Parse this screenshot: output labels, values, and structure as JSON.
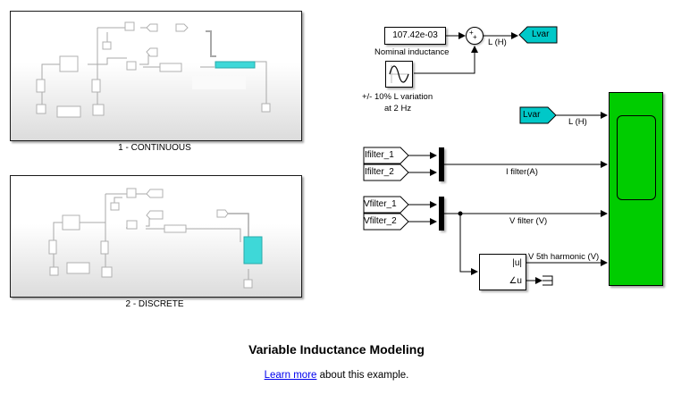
{
  "panels": [
    {
      "id": "continuous",
      "label": "1 - CONTINUOUS",
      "accent": "#3ed8d8"
    },
    {
      "id": "discrete",
      "label": "2 - DISCRETE",
      "accent": "#3ed8d8"
    }
  ],
  "blocks": {
    "constant": {
      "value": "107.42e-03",
      "label": "Nominal inductance"
    },
    "sine": {
      "icon": "sine-wave-icon",
      "label_line1": "+/- 10% L variation",
      "label_line2": "at 2 Hz"
    },
    "sum": {
      "signs": "++"
    },
    "goto_lvar": {
      "tag": "Lvar",
      "color": "#00c8c8"
    },
    "from_lvar": {
      "tag": "Lvar",
      "color": "#00c8c8"
    },
    "from_ifilter_1": {
      "tag": "Ifilter_1"
    },
    "from_ifilter_2": {
      "tag": "Ifilter_2"
    },
    "from_vfilter_1": {
      "tag": "Vfilter_1"
    },
    "from_vfilter_2": {
      "tag": "Vfilter_2"
    },
    "fourier": {
      "out_mag": "|u|",
      "out_angle": "∠u"
    },
    "scope": {
      "color": "#00cc00"
    }
  },
  "signals": {
    "sum_out": "L  (H)",
    "lvar_to_scope": "L (H)",
    "ifilter": "I filter(A)",
    "vfilter": "V filter (V)",
    "v5th": "V 5th harmonic (V)"
  },
  "footer": {
    "title": "Variable Inductance Modeling",
    "link_text": "Learn more",
    "after_link": " about this example."
  }
}
